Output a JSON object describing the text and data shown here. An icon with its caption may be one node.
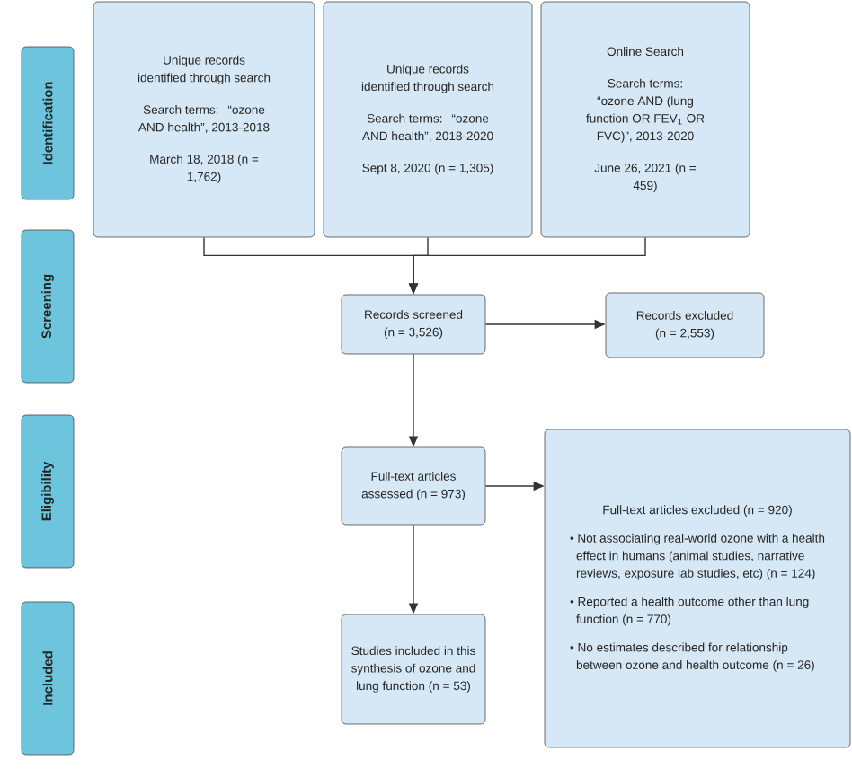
{
  "diagram": {
    "nodes": [
      {
        "text": [
          "Identification"
        ]
      },
      {
        "text": [
          "Screening"
        ]
      },
      {
        "text": [
          "Eligibility"
        ]
      },
      {
        "text": [
          "Included"
        ]
      },
      {
        "text": [
          "Unique records identified through search",
          "Search terms: “ozone AND health”, 2013-2018",
          "March 18, 2018 (n = 1,762)"
        ]
      },
      {
        "text": [
          "Unique records identified through search",
          "Search terms: “ozone AND health”, 2018-2020",
          "Sept 8, 2020 (n = 1,305)"
        ]
      },
      {
        "text": [
          "Online Search",
          "Search terms: “ozone AND (lung function OR FEV$_{1}$ OR FVC)”, 2013-2020",
          "June 26, 2021 (n = 459)"
        ]
      },
      {
        "text": [
          "Records screened (n = 3,526)"
        ]
      },
      {
        "text": [
          "Records excluded (n = 2,553)"
        ]
      },
      {
        "text": [
          "Full-text articles assessed (n = 973)"
        ]
      },
      {
        "text": [
          "Full-text articles excluded (n = 920)",
          "• Not associating real-world ozone with a health effect in humans (animal studies, narrative reviews, exposure lab studies, etc) (n = 124)",
          "• Reported a health outcome other than lung function (n = 770)",
          "• No estimates described for relationship between ozone and health outcome (n = 26)"
        ]
      },
      {
        "text": [
          "Studies included in this synthesis of ozone and lung function (n = 53)"
        ]
      }
    ],
    "edges": [
      {
        "from": 4,
        "to": 7,
        "arrow": "to"
      },
      {
        "from": 5,
        "to": 7,
        "arrow": "to"
      },
      {
        "from": 6,
        "to": 7,
        "arrow": "to"
      },
      {
        "from": 7,
        "to": 8,
        "arrow": "to"
      },
      {
        "from": 7,
        "to": 9,
        "arrow": "to"
      },
      {
        "from": 9,
        "to": 10,
        "arrow": "to"
      },
      {
        "from": 9,
        "to": 11,
        "arrow": "to"
      }
    ]
  }
}
